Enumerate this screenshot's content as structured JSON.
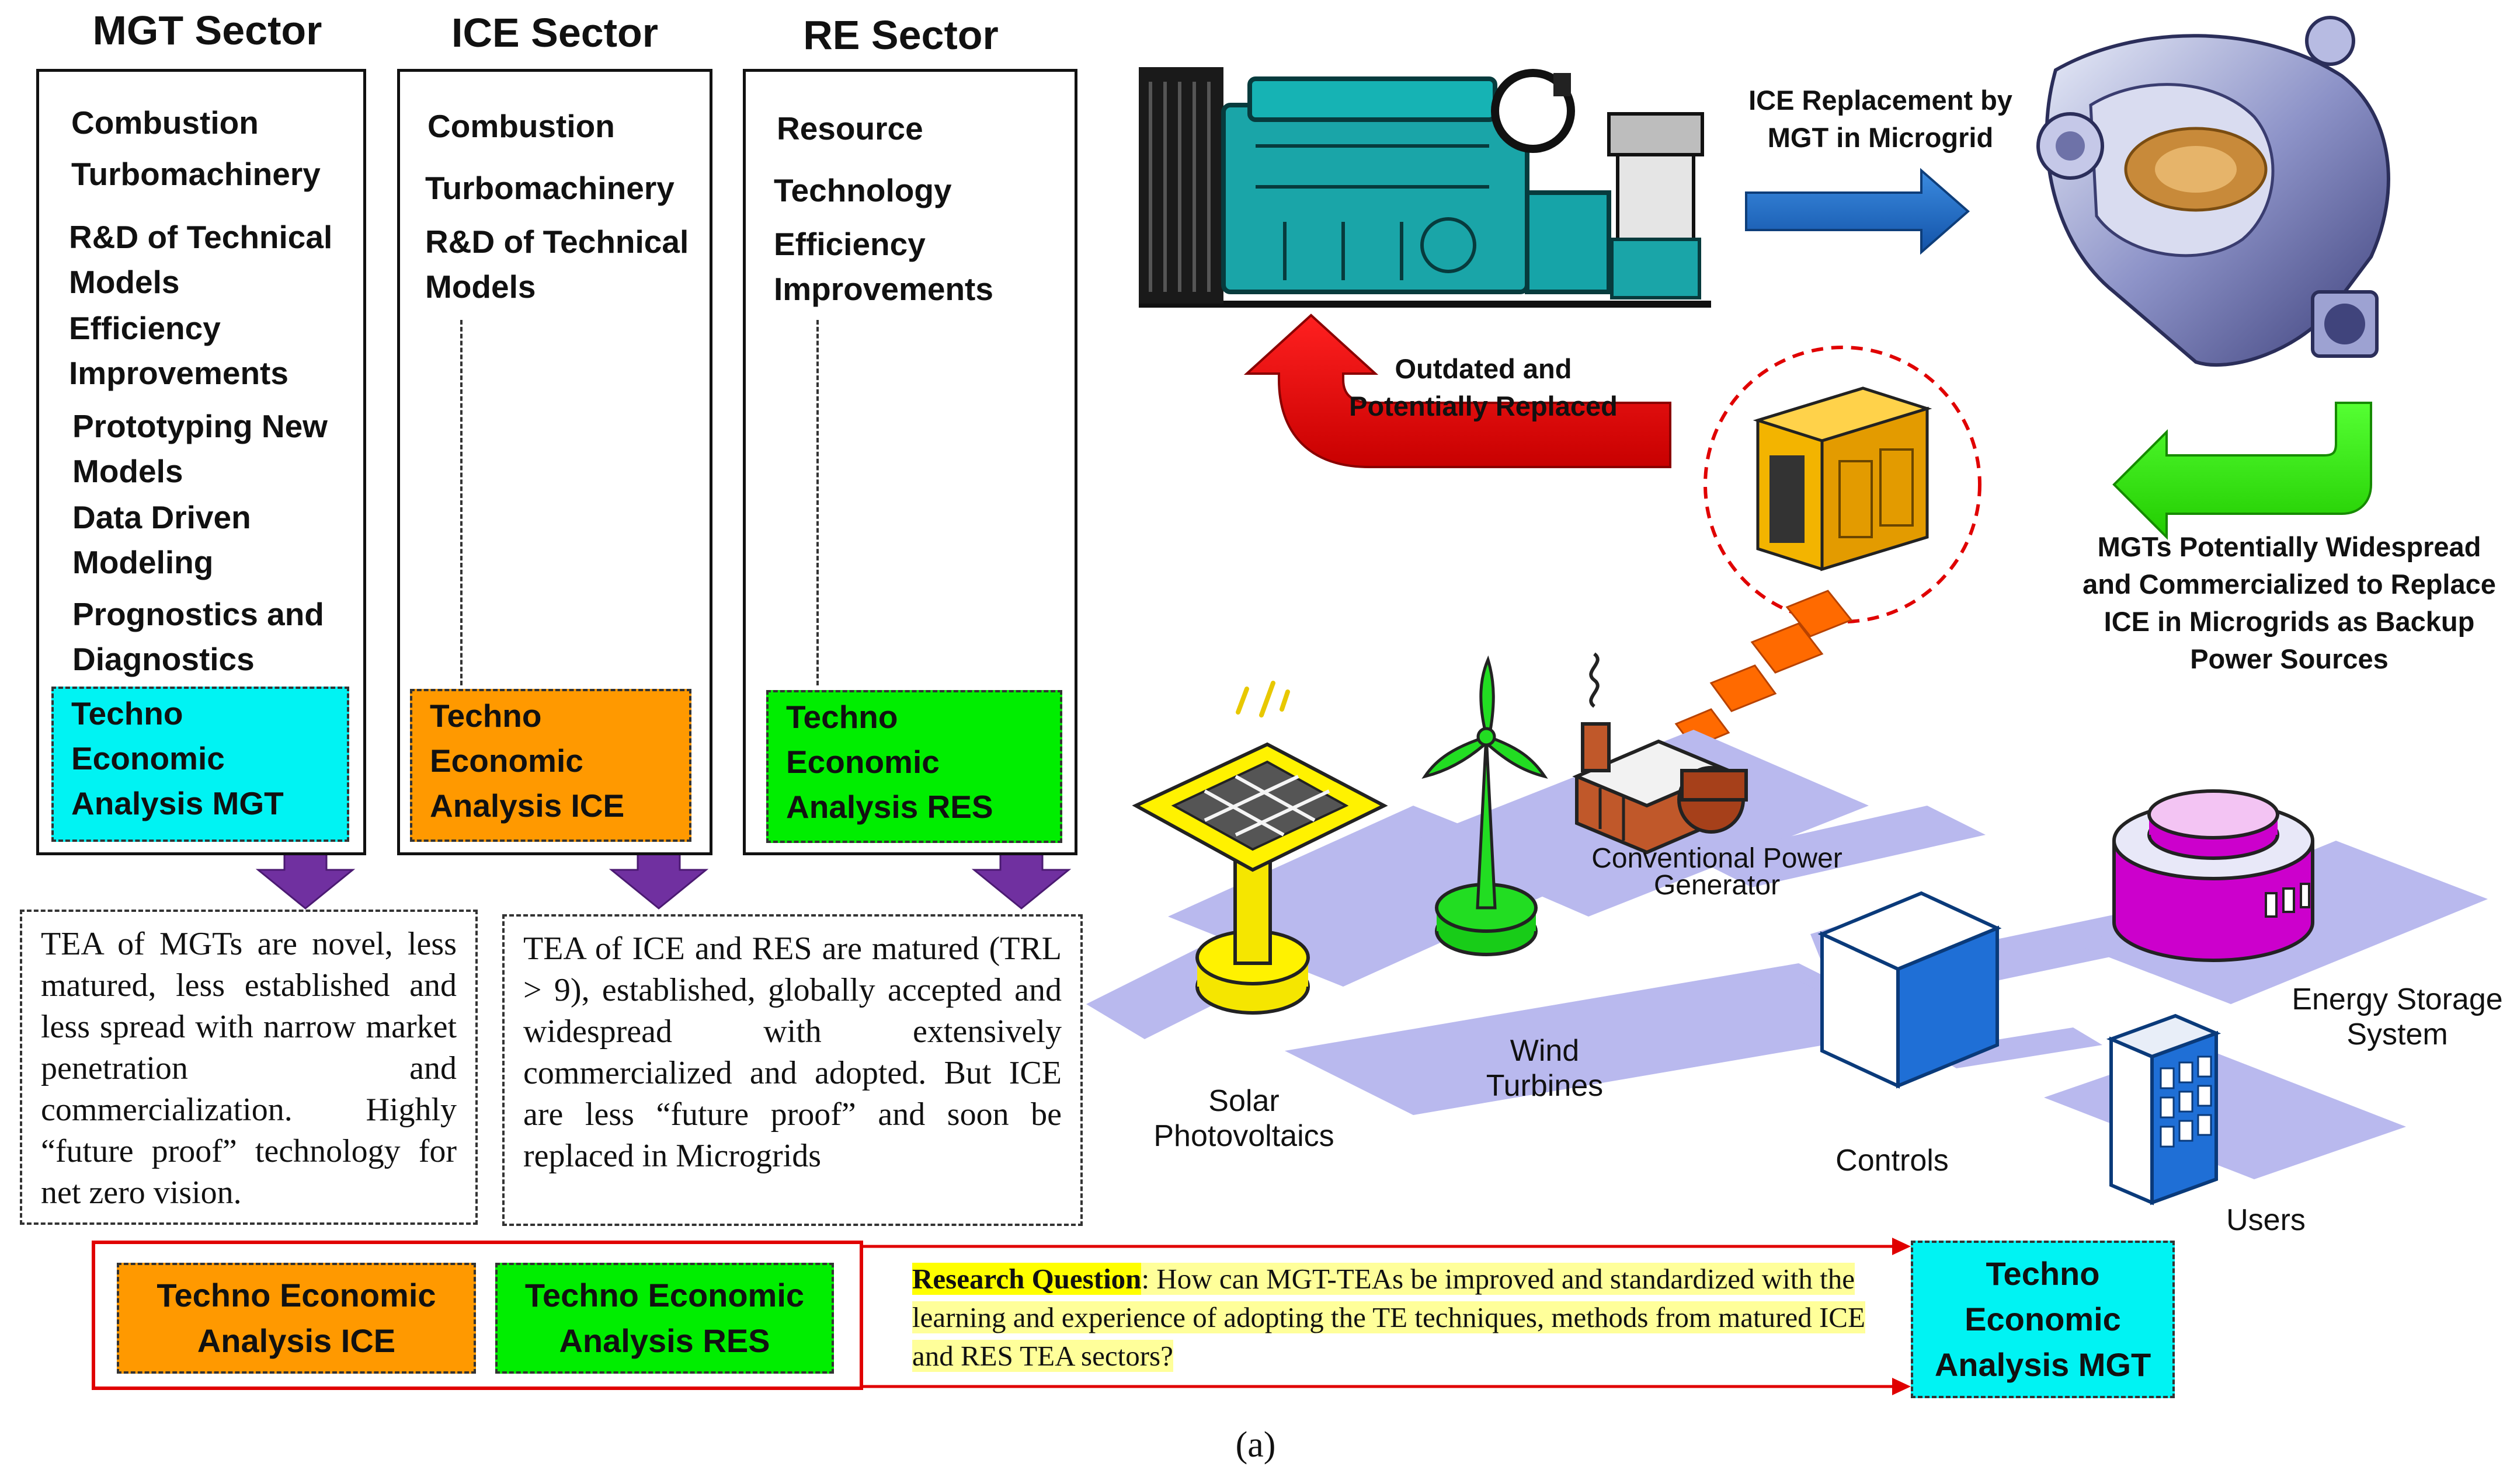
{
  "sectors": [
    {
      "title": "MGT Sector",
      "items": [
        "Combustion",
        "Turbomachinery",
        "R&D of Technical\nModels",
        "Efficiency\nImprovements",
        "Prototyping New\nModels",
        "Data Driven\nModeling",
        "Prognostics and\nDiagnostics"
      ],
      "tea": "Techno\nEconomic\nAnalysis MGT",
      "tea_color": "#00f3f3"
    },
    {
      "title": "ICE Sector",
      "items": [
        "Combustion",
        "Turbomachinery",
        "R&D of Technical\nModels"
      ],
      "tea": "Techno\nEconomic\nAnalysis ICE",
      "tea_color": "#ff9900"
    },
    {
      "title": "RE Sector",
      "items": [
        "Resource",
        "Technology",
        "Efficiency\nImprovements"
      ],
      "tea": "Techno\nEconomic\nAnalysis RES",
      "tea_color": "#00ee00"
    }
  ],
  "descriptions": {
    "mgt": "TEA of MGTs are novel, less matured, less established and less spread with narrow market penetration and commercialization. Highly “future proof” technology for net zero vision.",
    "ice_res": "TEA of ICE and RES are matured (TRL > 9), established, globally accepted and widespread with extensively commercialized and adopted. But ICE are less “future proof” and soon be replaced in Microgrids"
  },
  "flow_labels": {
    "ice_replacement": "ICE Replacement by\nMGT in Microgrid",
    "outdated": "Outdated and\nPotentially Replaced",
    "mgt_widespread": "MGTs Potentially Widespread\nand Commercialized to Replace\nICE in Microgrids as Backup\nPower Sources"
  },
  "microgrid_labels": {
    "conventional": "Conventional Power\nGenerator",
    "wind": "Wind\nTurbines",
    "solar": "Solar\nPhotovoltaics",
    "controls": "Controls",
    "storage": "Energy Storage\nSystem",
    "users": "Users"
  },
  "bottom": {
    "tea_ice": "Techno Economic\nAnalysis ICE",
    "tea_res": "Techno Economic\nAnalysis RES",
    "rq_label": "Research Question",
    "rq_text": ": How can MGT-TEAs be improved and standardized with the learning and experience of adopting the TE techniques, methods from matured ICE and RES TEA sectors?",
    "tea_mgt": "Techno\nEconomic\nAnalysis MGT"
  },
  "caption": "(a)",
  "colors": {
    "mgt": "#00f3f3",
    "ice": "#ff9900",
    "res": "#00ee00",
    "purple_arrow": "#7030a0",
    "blue_arrow": "#1f6fc9",
    "red_arrow": "#e80000",
    "green_arrow": "#33ee11",
    "platform": "#b9b9ee",
    "red_box": "#e00000"
  },
  "icons": [
    "diesel-generator-icon",
    "microturbine-icon",
    "container-generator-icon",
    "solar-panel-icon",
    "wind-turbine-icon",
    "power-plant-icon",
    "controls-cube-icon",
    "storage-tank-icon",
    "users-building-icon"
  ]
}
